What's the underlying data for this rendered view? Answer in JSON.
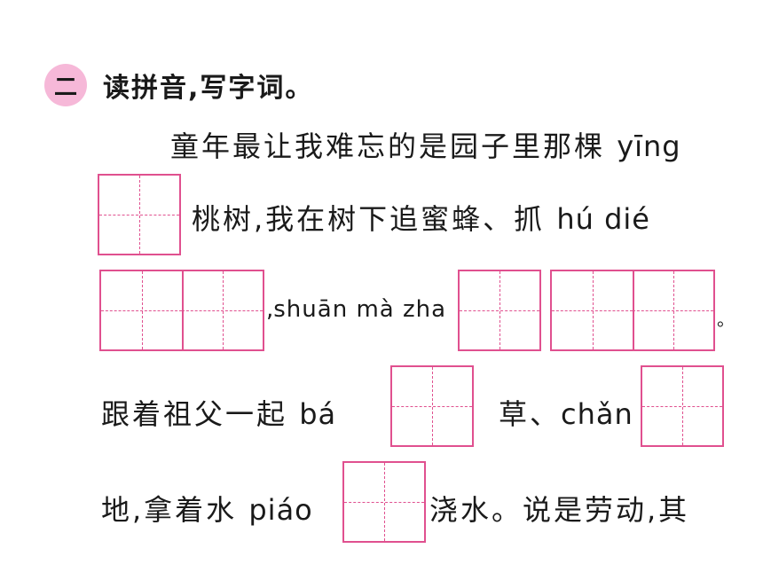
{
  "section": {
    "number": "二",
    "title": "读拼音,写字词。"
  },
  "passage": {
    "l1": "童年最让我难忘的是园子里那棵",
    "p_ying": "yīng",
    "l2": "桃树,我在树下追蜜蜂、抓",
    "p_hudie": "hú dié",
    "l3_comma": ",",
    "p_shuan": "shuān mà zha",
    "l3_end": "。",
    "l4a": "跟着祖父一起",
    "p_ba": "bá",
    "l4b": "草、",
    "p_chan": "chǎn",
    "l5a": "地,拿着水",
    "p_piao": "piáo",
    "l5b": "浇水。说是劳动,其"
  },
  "colors": {
    "grid": "#e0508f",
    "badge": "#f6b8d8"
  }
}
